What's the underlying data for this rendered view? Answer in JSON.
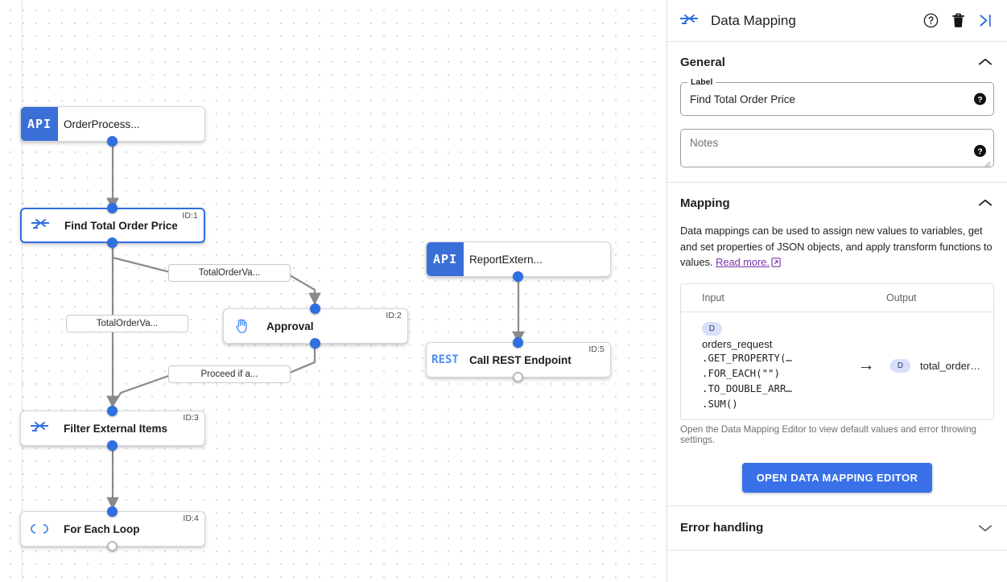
{
  "canvas": {
    "nodes": [
      {
        "id": "",
        "title": "OrderProcess...",
        "icon": "api-badge",
        "badge": "API",
        "selected": false,
        "bold": false
      },
      {
        "id": "ID:1",
        "title": "Find Total Order Price",
        "icon": "data-mapping-icon",
        "badge": "",
        "selected": true,
        "bold": true
      },
      {
        "id": "ID:2",
        "title": "Approval",
        "icon": "hand-icon",
        "badge": "",
        "selected": false,
        "bold": true
      },
      {
        "id": "ID:3",
        "title": "Filter External Items",
        "icon": "data-mapping-icon",
        "badge": "",
        "selected": false,
        "bold": true
      },
      {
        "id": "ID:4",
        "title": "For Each Loop",
        "icon": "loop-icon",
        "badge": "",
        "selected": false,
        "bold": true
      },
      {
        "id": "",
        "title": "ReportExtern...",
        "icon": "api-badge",
        "badge": "API",
        "selected": false,
        "bold": false
      },
      {
        "id": "ID:5",
        "title": "Call REST Endpoint",
        "icon": "rest-badge",
        "badge": "REST",
        "selected": false,
        "bold": true
      }
    ],
    "edge_labels": [
      {
        "text": "TotalOrderVa..."
      },
      {
        "text": "TotalOrderVa..."
      },
      {
        "text": "Proceed if a..."
      }
    ]
  },
  "panel": {
    "icon": "data-mapping-icon",
    "title": "Data Mapping",
    "actions": [
      {
        "name": "help-icon",
        "label": "?"
      },
      {
        "name": "delete-icon",
        "label": ""
      },
      {
        "name": "collapse-panel-icon",
        "label": ""
      }
    ],
    "general": {
      "title": "General",
      "collapse_state": "expanded",
      "label_legend": "Label",
      "label_value": "Find Total Order Price",
      "notes_placeholder": "Notes"
    },
    "mapping": {
      "title": "Mapping",
      "collapse_state": "expanded",
      "description_part1": "Data mappings can be used to assign new values to variables, get and set properties of JSON objects, and apply transform functions to values. ",
      "read_more": "Read more.",
      "columns": {
        "input": "Input",
        "output": "Output"
      },
      "rows": [
        {
          "input_badge": "D",
          "input_variable": "orders_request",
          "input_operations": [
            ".GET_PROPERTY(…",
            ".FOR_EACH(\"\")",
            ".TO_DOUBLE_ARR…",
            ".SUM()"
          ],
          "arrow": "→",
          "output_badge": "D",
          "output_variable": "total_order…"
        }
      ],
      "footnote": "Open the Data Mapping Editor to view default values and error throwing settings.",
      "open_editor_button": "OPEN DATA MAPPING EDITOR"
    },
    "error_handling": {
      "title": "Error handling",
      "collapse_state": "collapsed"
    }
  },
  "colors": {
    "accent_blue": "#3b71e8",
    "port_blue": "#2f6fe0",
    "link_purple": "#7b2fa8",
    "badge_bg": "#d7dffa"
  }
}
